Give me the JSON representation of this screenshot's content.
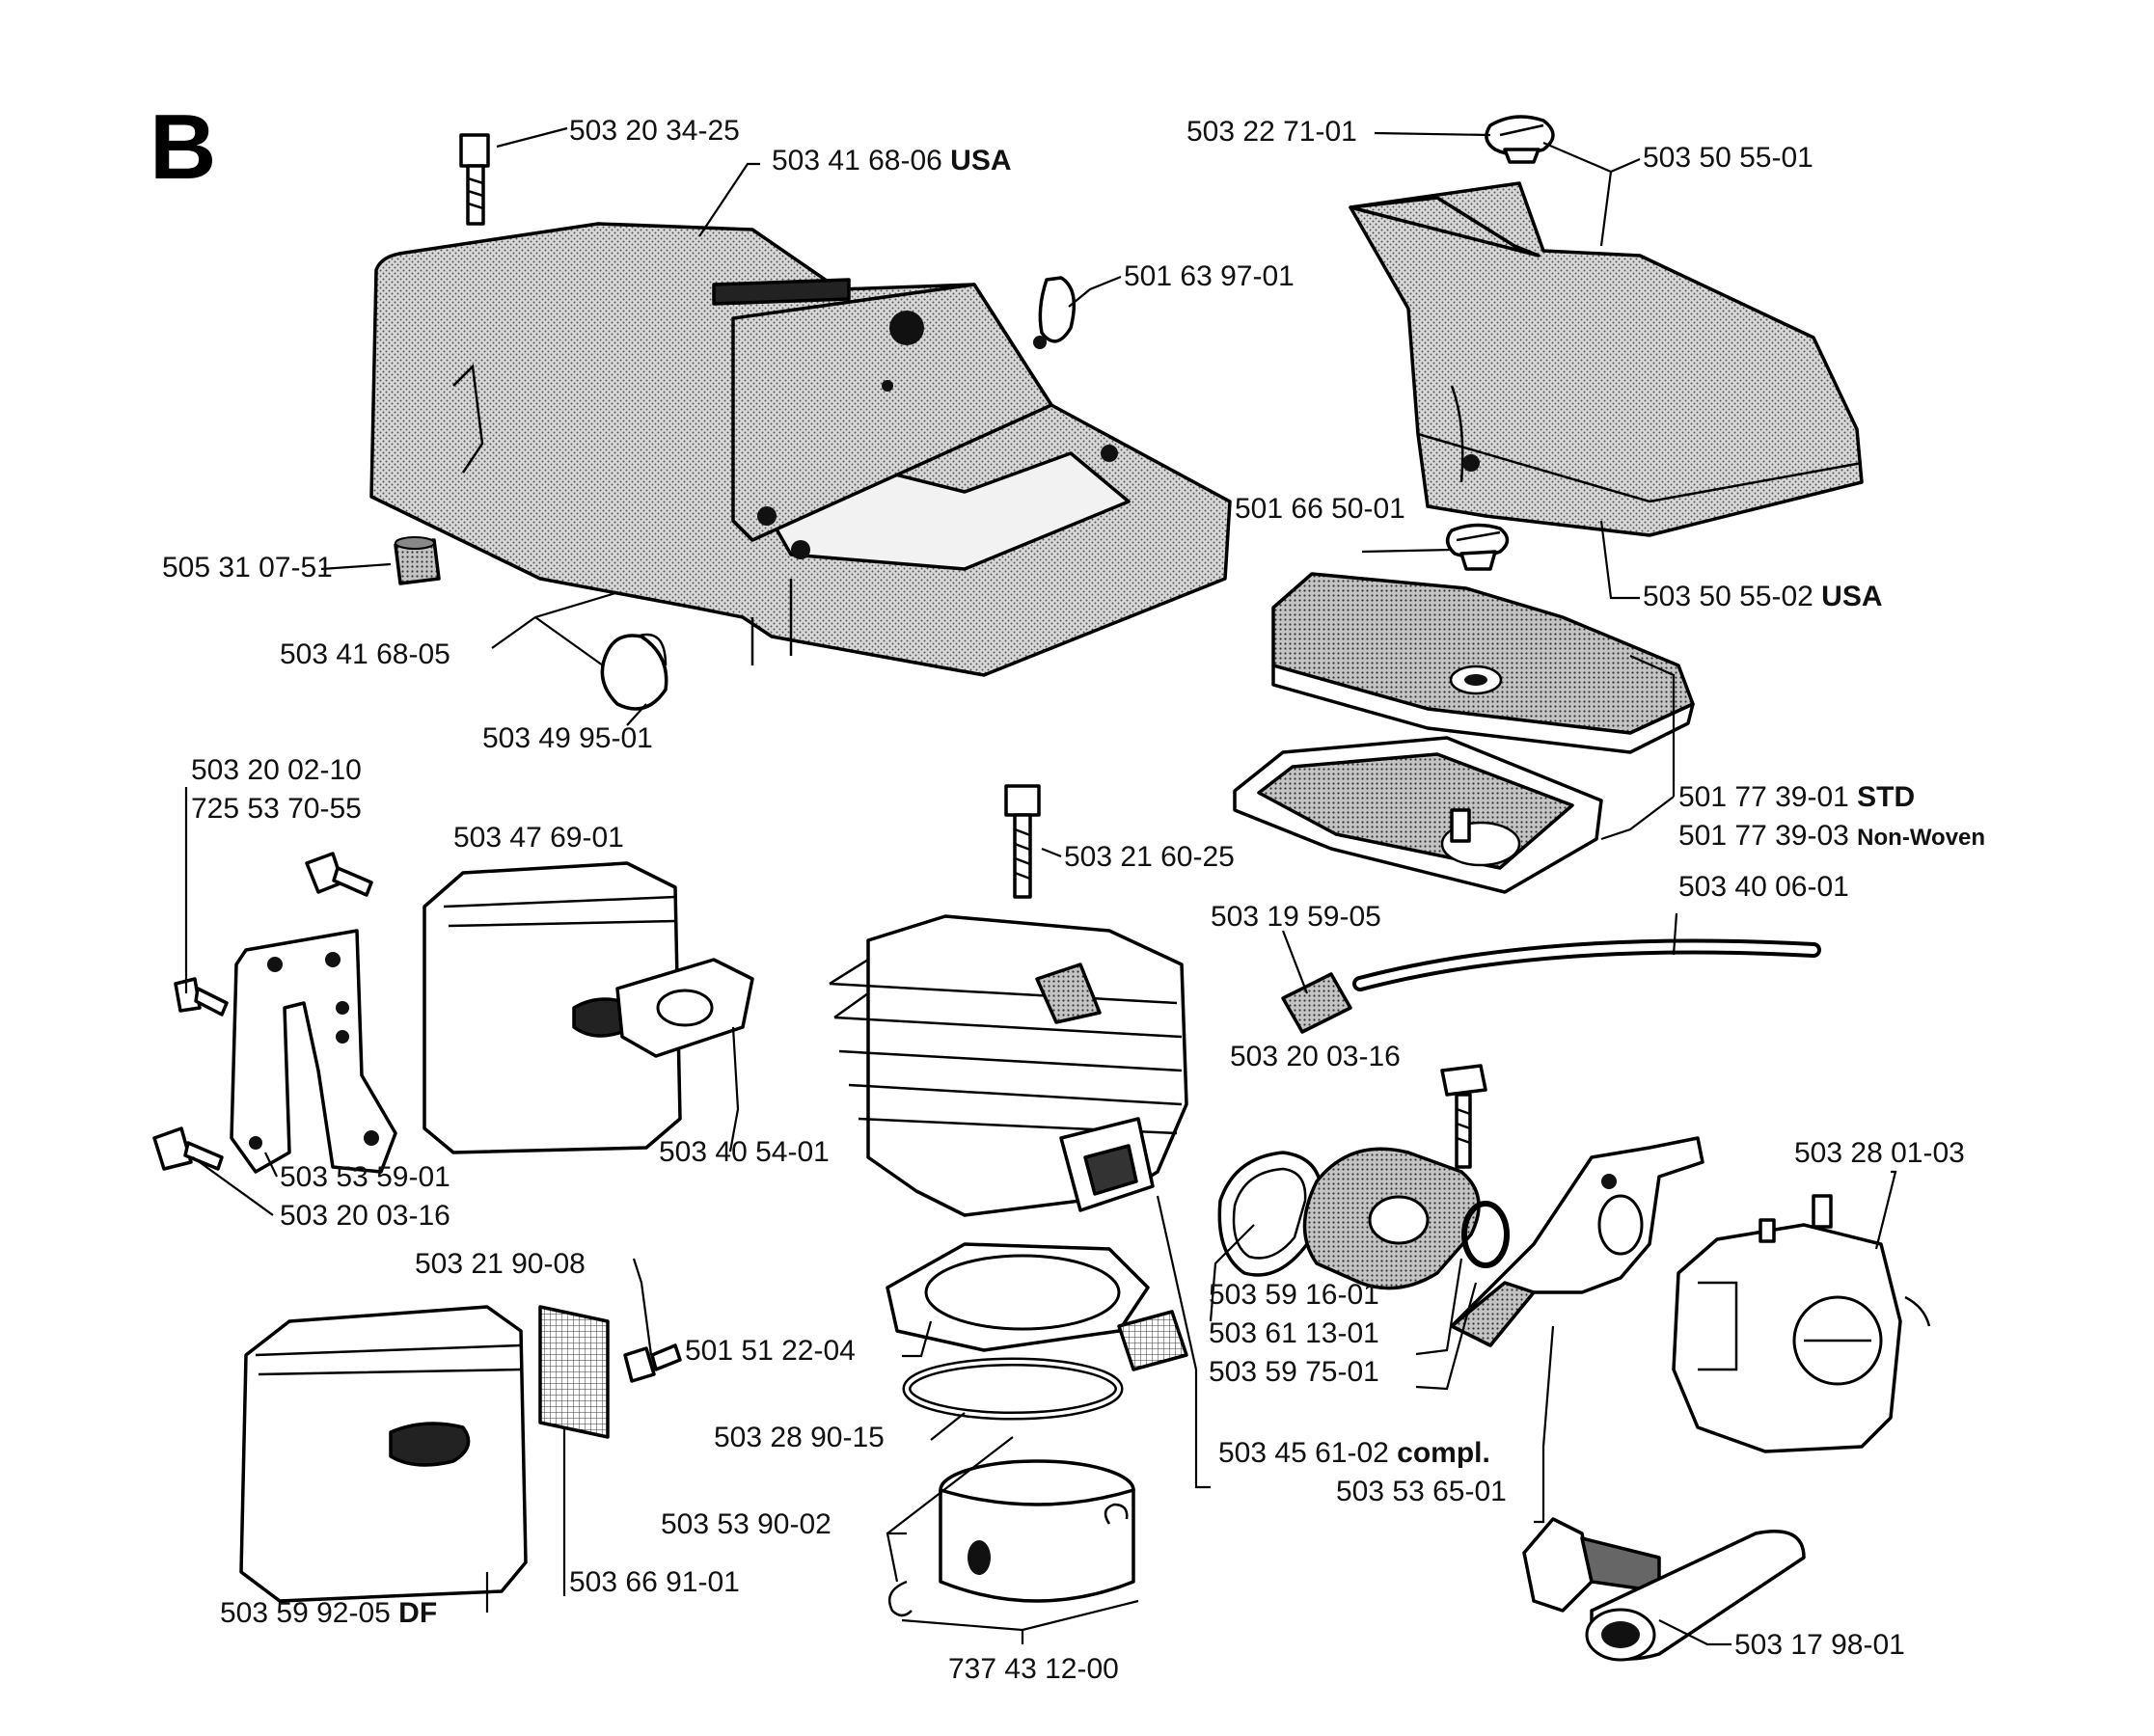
{
  "section_letter": "B",
  "labels": [
    {
      "id": "p1",
      "num": "503 20 34-25",
      "suffix": ""
    },
    {
      "id": "p2",
      "num": "503 41 68-06",
      "suffix": "USA"
    },
    {
      "id": "p3",
      "num": "501 63 97-01",
      "suffix": ""
    },
    {
      "id": "p4",
      "num": "503 22 71-01",
      "suffix": ""
    },
    {
      "id": "p5",
      "num": "503 50 55-01",
      "suffix": ""
    },
    {
      "id": "p6",
      "num": "501 66 50-01",
      "suffix": ""
    },
    {
      "id": "p7",
      "num": "503 50 55-02",
      "suffix": "USA"
    },
    {
      "id": "p8",
      "num": "505 31 07-51",
      "suffix": ""
    },
    {
      "id": "p9",
      "num": "503 41 68-05",
      "suffix": ""
    },
    {
      "id": "p10",
      "num": "503 49 95-01",
      "suffix": ""
    },
    {
      "id": "p11",
      "num": "501 77 39-01",
      "suffix": "STD"
    },
    {
      "id": "p12",
      "num": "501 77 39-03",
      "suffix": "Non-Woven"
    },
    {
      "id": "p13",
      "num": "503 20 02-10",
      "suffix": ""
    },
    {
      "id": "p14",
      "num": "725 53 70-55",
      "suffix": ""
    },
    {
      "id": "p15",
      "num": "503 47 69-01",
      "suffix": ""
    },
    {
      "id": "p16",
      "num": "503 21 60-25",
      "suffix": ""
    },
    {
      "id": "p17",
      "num": "503 40 06-01",
      "suffix": ""
    },
    {
      "id": "p18",
      "num": "503 19 59-05",
      "suffix": ""
    },
    {
      "id": "p19",
      "num": "503 40 54-01",
      "suffix": ""
    },
    {
      "id": "p20",
      "num": "503 53 59-01",
      "suffix": ""
    },
    {
      "id": "p21",
      "num": "503 20 03-16",
      "suffix": ""
    },
    {
      "id": "p22",
      "num": "503 20 03-16",
      "suffix": ""
    },
    {
      "id": "p23",
      "num": "503 28 01-03",
      "suffix": ""
    },
    {
      "id": "p24",
      "num": "503 21 90-08",
      "suffix": ""
    },
    {
      "id": "p25",
      "num": "503 59 16-01",
      "suffix": ""
    },
    {
      "id": "p26",
      "num": "503 61 13-01",
      "suffix": ""
    },
    {
      "id": "p27",
      "num": "503 59 75-01",
      "suffix": ""
    },
    {
      "id": "p28",
      "num": "501 51 22-04",
      "suffix": ""
    },
    {
      "id": "p29",
      "num": "503 28 90-15",
      "suffix": ""
    },
    {
      "id": "p30",
      "num": "503 45 61-02",
      "suffix": "compl."
    },
    {
      "id": "p31",
      "num": "503 53 65-01",
      "suffix": ""
    },
    {
      "id": "p32",
      "num": "503 53 90-02",
      "suffix": ""
    },
    {
      "id": "p33",
      "num": "503 59 92-05",
      "suffix": "DF"
    },
    {
      "id": "p34",
      "num": "503 66 91-01",
      "suffix": ""
    },
    {
      "id": "p35",
      "num": "503 17 98-01",
      "suffix": ""
    },
    {
      "id": "p36",
      "num": "737 43 12-00",
      "suffix": ""
    }
  ]
}
